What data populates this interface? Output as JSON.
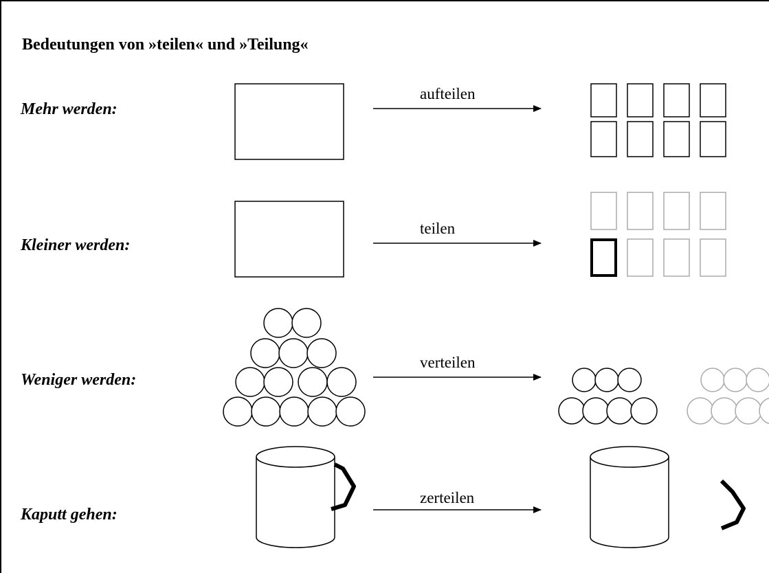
{
  "title": "Bedeutungen von »teilen« und »Teilung«",
  "rows": [
    {
      "label": "Mehr werden:",
      "action": "aufteilen"
    },
    {
      "label": "Kleiner werden:",
      "action": "teilen"
    },
    {
      "label": "Weniger werden:",
      "action": "verteilen"
    },
    {
      "label": "Kaputt gehen:",
      "action": "zerteilen"
    }
  ],
  "colors": {
    "ink": "#000000",
    "faded": "#aaaaaa"
  }
}
